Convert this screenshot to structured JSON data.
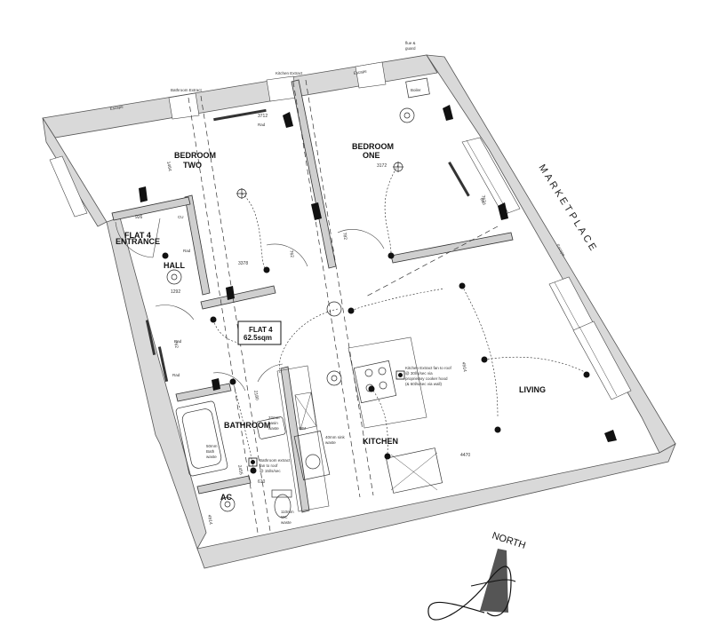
{
  "rooms": {
    "bedroom_two_a": "BEDROOM",
    "bedroom_two_b": "TWO",
    "bedroom_one_a": "BEDROOM",
    "bedroom_one_b": "ONE",
    "flat_entrance_a": "FLAT 4",
    "flat_entrance_b": "ENTRANCE",
    "hall": "HALL",
    "bathroom": "BATHROOM",
    "kitchen": "KITCHEN",
    "living": "LIVING",
    "ac": "AC"
  },
  "flat_label": {
    "line1": "FLAT 4",
    "line2": "62.5sqm"
  },
  "street": "MARKETPLACE",
  "north": "NORTH",
  "notes": {
    "bathroom_extract_top": "Bathroom Extract",
    "kitchen_extract_top": "Kitchen Extract",
    "flue_1": "flue &",
    "flue_2": "guard",
    "escape_left": "Escape",
    "escape_top": "Escape",
    "escape_right": "Escape",
    "boiler": "Boiler",
    "kitchen_note_1": "Kitchen Extract fan to roof",
    "kitchen_note_2": "@ 30l/s/sec via",
    "kitchen_note_3": "proprietary cooker hood",
    "kitchen_note_4": "(& 60l/s/sec via wall)",
    "bath_note_1": "Bathroom extract",
    "bath_note_2": "fan to roof",
    "bath_note_3": "@ 15l/s/sec",
    "bath_waste_1": "50mm",
    "bath_waste_2": "Bath",
    "bath_waste_3": "waste",
    "basin_1": "32mm",
    "basin_2": "basin",
    "basin_3": "waste",
    "sink_1": "40mm sink",
    "sink_2": "waste",
    "wc_1": "110mm",
    "wc_2": "WC",
    "wc_3": "waste",
    "wm": "WM",
    "rad1": "Rad",
    "rad2": "Rad",
    "rad3": "Rad",
    "rad4": "Rad",
    "rad5": "Rad",
    "cu": "CU"
  },
  "dims": {
    "d1": "3712",
    "d2": "3172",
    "d3": "762",
    "d4": "926",
    "d5": "1292",
    "d6": "762",
    "d7": "4914",
    "d8": "4914",
    "d9": "2455",
    "d10": "3378",
    "d11": "2180",
    "d12": "610",
    "d13": "4470",
    "d14": "762",
    "d15": "782",
    "d16": "1464"
  }
}
